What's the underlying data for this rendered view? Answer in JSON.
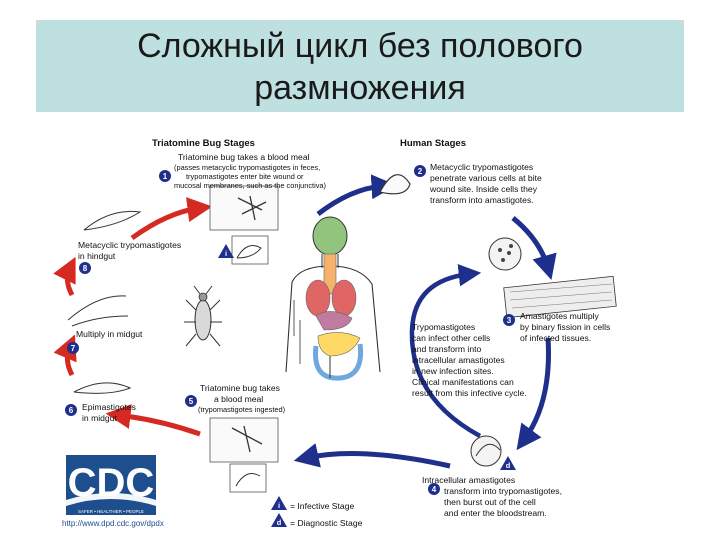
{
  "title": {
    "line1": "Сложный цикл без полового",
    "line2": "размножения"
  },
  "headers": {
    "bug": "Triatomine Bug Stages",
    "human": "Human Stages"
  },
  "steps": {
    "s1": {
      "num": "1",
      "l1": "Triatomine bug takes a blood meal",
      "l2": "(passes metacyclic trypomastigotes in feces,",
      "l3": "trypomastigotes enter bite wound or",
      "l4": "mucosal membranes, such as the conjunctiva)"
    },
    "s2": {
      "num": "2",
      "l1": "Metacyclic trypomastigotes",
      "l2": "penetrate various cells at bite",
      "l3": "wound site. Inside cells they",
      "l4": "transform into amastigotes."
    },
    "s3": {
      "num": "3",
      "l1": "Amastigotes multiply",
      "l2": "by binary fission in cells",
      "l3": "of infected tissues."
    },
    "s4": {
      "num": "4",
      "l1": "Intracellular amastigotes",
      "l2": "transform into trypomastigotes,",
      "l3": "then burst out of the cell",
      "l4": "and enter the bloodstream."
    },
    "s5": {
      "num": "5",
      "l1": "Triatomine bug takes",
      "l2": "a blood meal",
      "l3": "(trypomastigotes ingested)"
    },
    "s6": {
      "num": "6",
      "l1": "Epimastigotes",
      "l2": "in midgut"
    },
    "s7": {
      "num": "7",
      "l1": "Multiply in midgut"
    },
    "s8": {
      "num": "8",
      "l1": "Metacyclic trypomastigotes",
      "l2": "in hindgut"
    }
  },
  "central_text": {
    "l1": "Trypomastigotes",
    "l2": "can infect other cells",
    "l3": "and transform into",
    "l4": "intracellular amastigotes",
    "l5": "in new infection sites.",
    "l6": "Clinical manifestations can",
    "l7": "result from this infective cycle."
  },
  "legend": {
    "infective_symbol": "i",
    "infective_label": "= Infective Stage",
    "diagnostic_symbol": "d",
    "diagnostic_label": "= Diagnostic Stage"
  },
  "marker_symbols": {
    "i": "i",
    "d": "d"
  },
  "logo": {
    "text": "CDC",
    "tagline": "SAFER • HEALTHIER • PEOPLE"
  },
  "url": "http://www.dpd.cdc.gov/dpdx",
  "colors": {
    "title_band": "#bfe0e1",
    "bug_arrow": "#d42a22",
    "human_arrow": "#1e2f8c",
    "badge": "#1e2f8c",
    "logo": "#1d4f8f"
  }
}
